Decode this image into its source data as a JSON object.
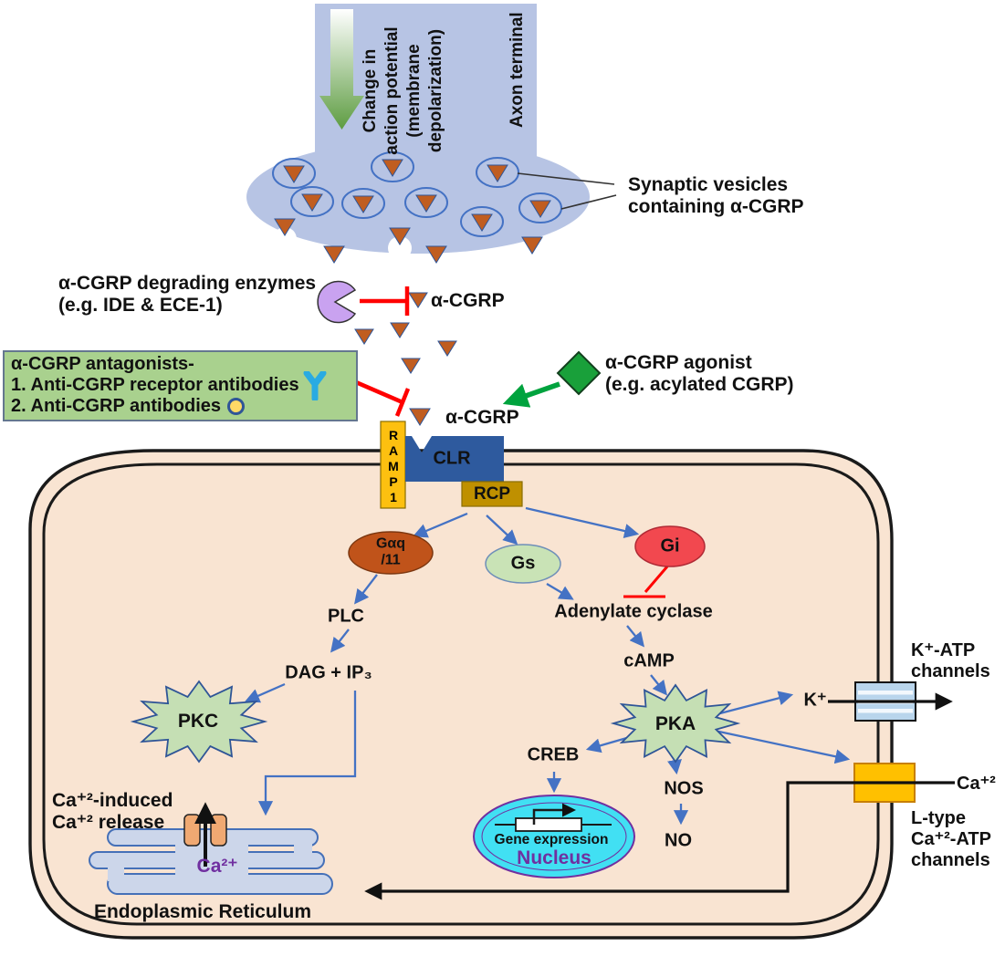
{
  "title": "α-CGRP signaling pathway diagram",
  "colors": {
    "cell_fill": "#f9e4d2",
    "axon_fill": "#b7c4e4",
    "vesicle_outline": "#4472c4",
    "cgrp_triangle": "#c05d20",
    "antagonist_box": "#a9d18e",
    "pacman": "#c9a2f0",
    "diamond": "#19a03a",
    "ramp1": "#fdc010",
    "clr": "#2e5a9e",
    "rcp": "#bf9000",
    "gaq": "#c0531a",
    "gs": "#c9e3b6",
    "gi": "#f2484f",
    "starburst": "#c5dfb4",
    "nucleus": "#41e0f3",
    "er": "#ccd6ea",
    "k_channel": "#bdd7ee",
    "l_channel": "#ffc000",
    "arrow_blue": "#4472c4",
    "inhibit_red": "#ff0000",
    "agonist_green": "#00a33e",
    "purple_text": "#7030a0"
  },
  "axon": {
    "change_label": "Change in\naction potential\n(membrane\ndepolarization)",
    "terminal_label": "Axon terminal"
  },
  "vesicles": {
    "label": "Synaptic vesicles\ncontaining α-CGRP"
  },
  "degrading": {
    "label": "α-CGRP degrading enzymes\n(e.g. IDE & ECE-1)",
    "cgrp": "α-CGRP"
  },
  "antagonists": {
    "title": "α-CGRP antagonists-",
    "item1": "1. Anti-CGRP receptor antibodies",
    "item2": "2. Anti-CGRP antibodies"
  },
  "agonist": {
    "label": "α-CGRP agonist\n(e.g. acylated CGRP)",
    "cgrp": "α-CGRP"
  },
  "receptor": {
    "ramp1": "RAMP1",
    "clr": "CLR",
    "rcp": "RCP"
  },
  "gproteins": {
    "gaq": "Gαq\n/11",
    "gs": "Gs",
    "gi": "Gi"
  },
  "pathway": {
    "plc": "PLC",
    "dag_ip3": "DAG + IP₃",
    "pkc": "PKC",
    "adenylate": "Adenylate cyclase",
    "camp": "cAMP",
    "pka": "PKA",
    "creb": "CREB",
    "nos": "NOS",
    "no": "NO"
  },
  "nucleus": {
    "gene": "Gene expression",
    "label": "Nucleus"
  },
  "er": {
    "release": "Ca⁺²-induced\nCa⁺² release",
    "ca": "Ca²⁺",
    "label": "Endoplasmic Reticulum"
  },
  "channels": {
    "k_ion": "K⁺",
    "k_label": "K⁺-ATP\nchannels",
    "ca_ion": "Ca⁺²",
    "ca_label": "L-type\nCa⁺²-ATP\nchannels"
  }
}
